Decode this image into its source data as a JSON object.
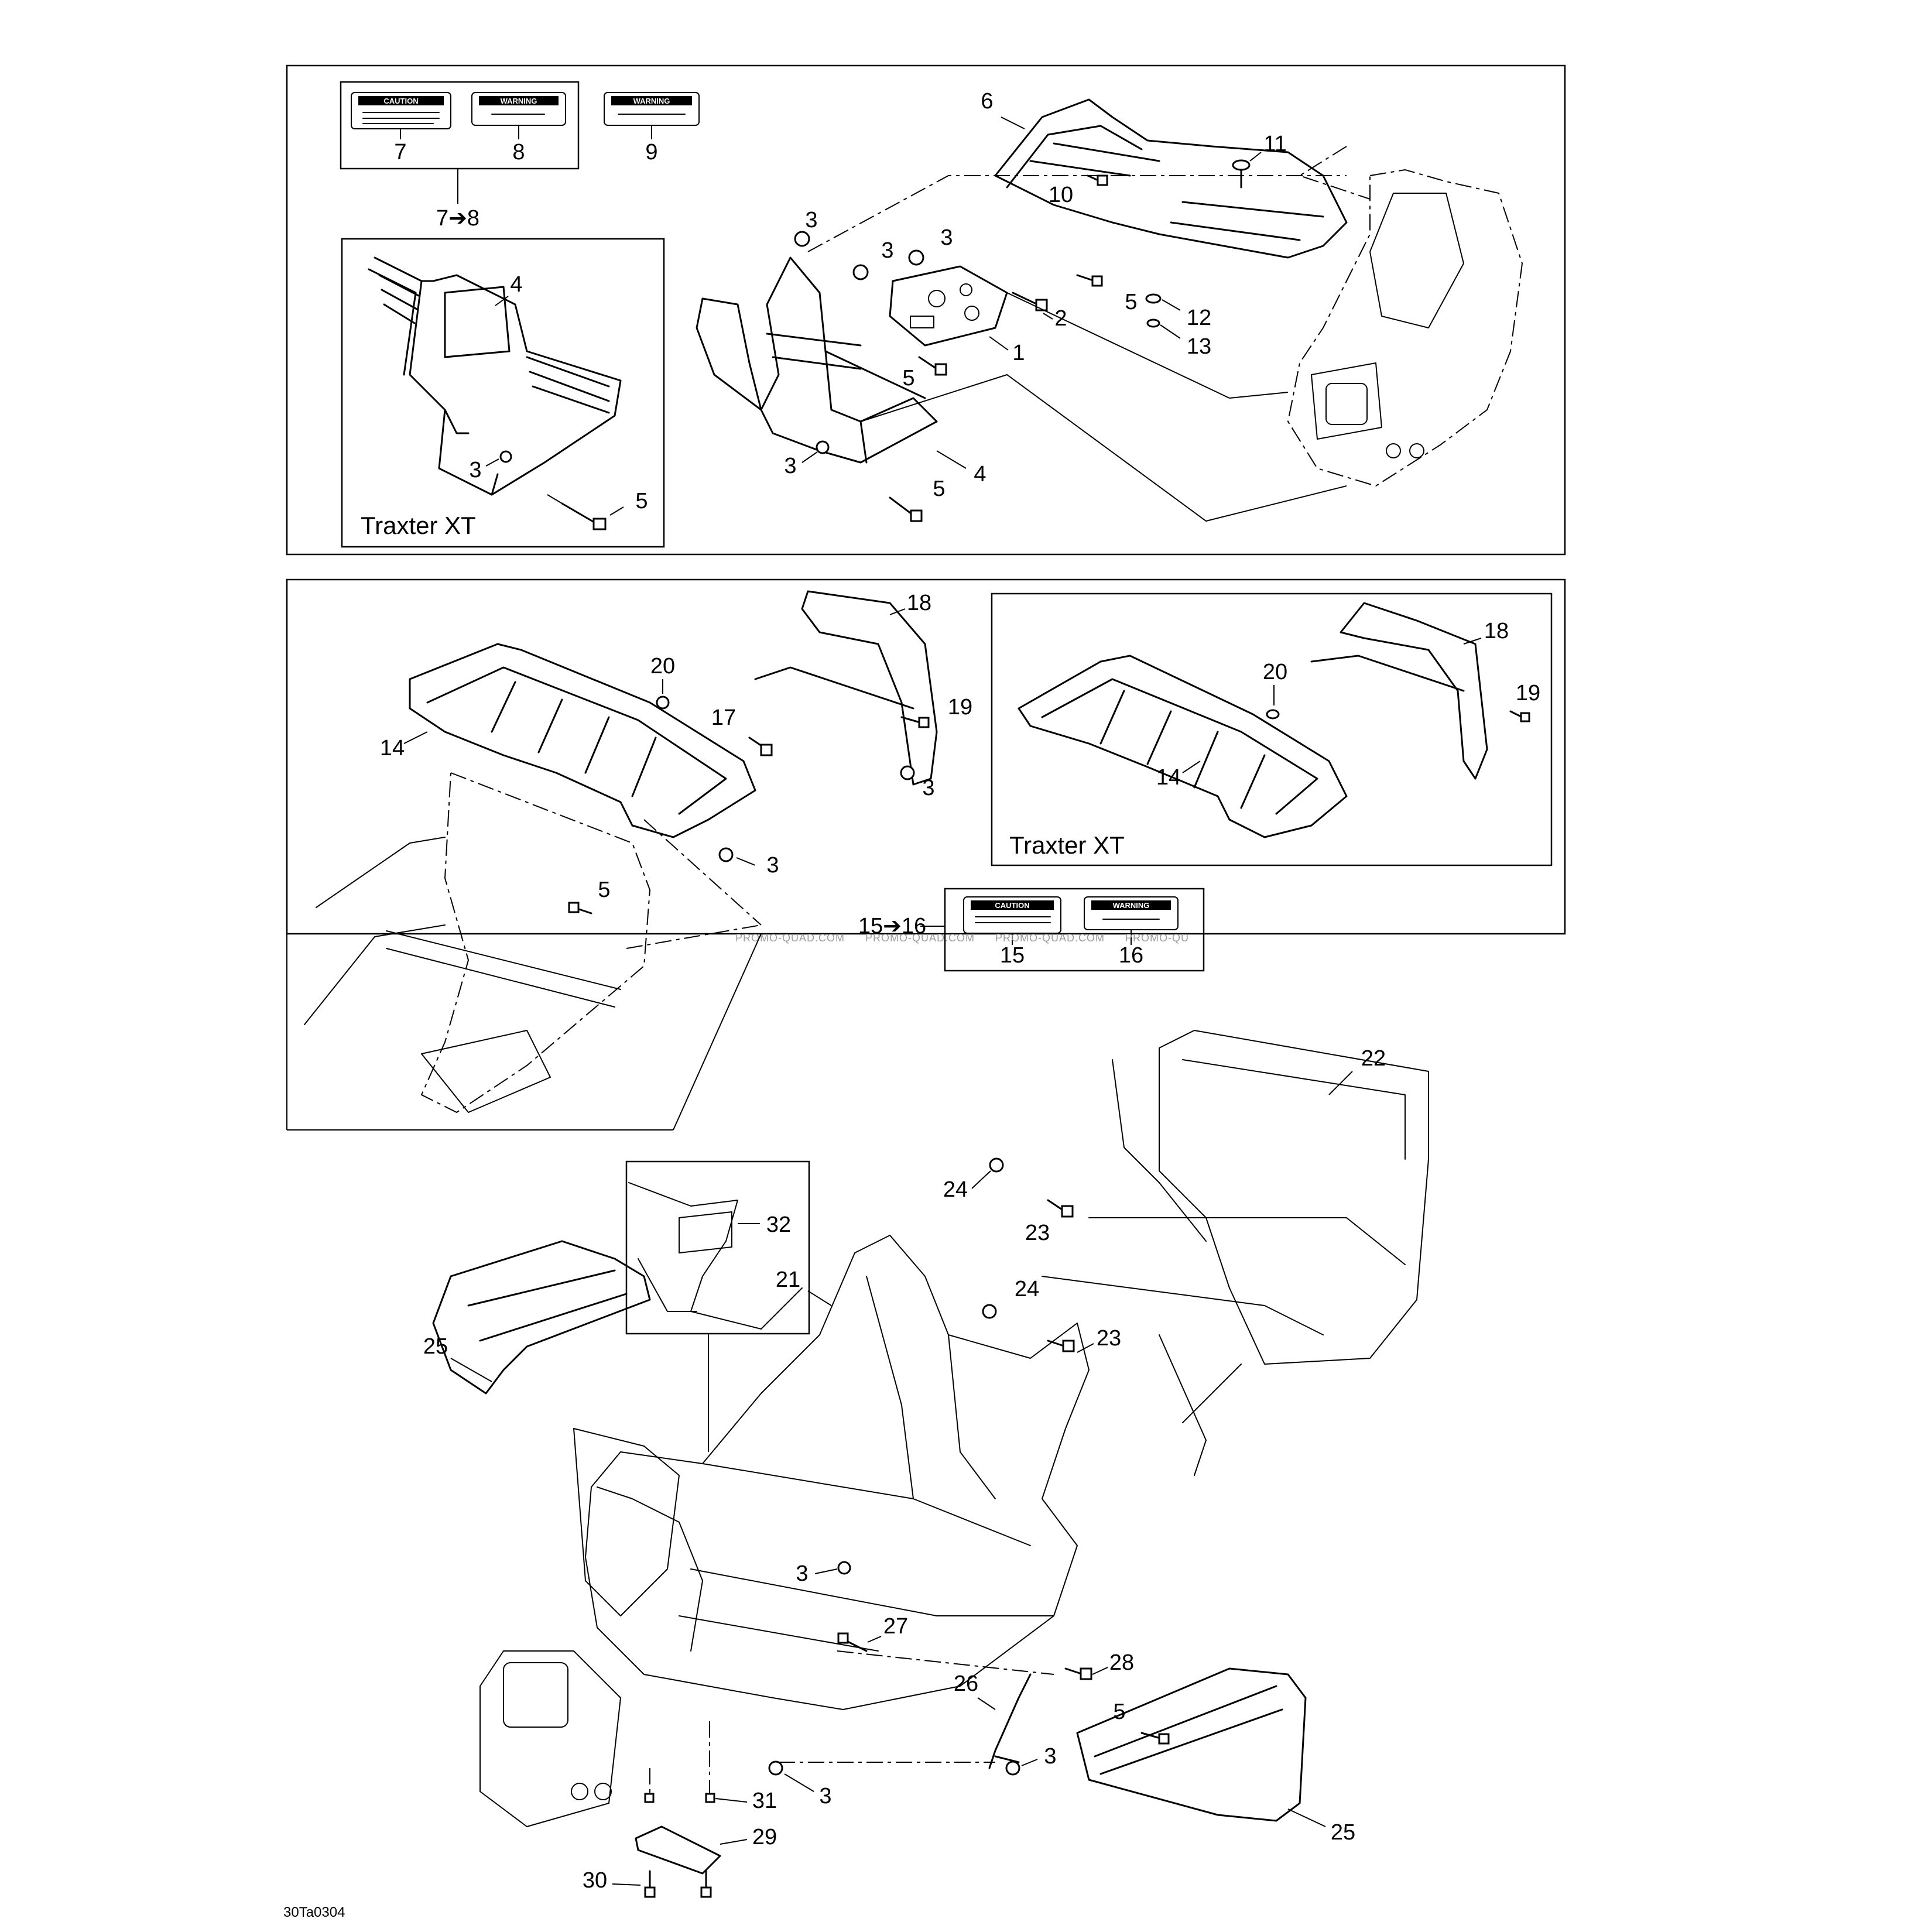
{
  "figure_code": "30Ta0304",
  "watermark": [
    "PROMO-QUAD.COM",
    "PROMO-QUAD.COM",
    "PROMO-QUAD.COM",
    "PROMO-QU"
  ],
  "panels": {
    "traxter_xt_front": "Traxter XT",
    "traxter_xt_rear": "Traxter XT"
  },
  "decal_sets": {
    "front": "7➔8",
    "rear": "15➔16"
  },
  "decals": {
    "d7": {
      "header": "CAUTION",
      "num": "7"
    },
    "d8": {
      "header": "WARNING",
      "num": "8"
    },
    "d9": {
      "header": "WARNING",
      "num": "9"
    },
    "d15": {
      "header": "CAUTION",
      "num": "15"
    },
    "d16": {
      "header": "WARNING",
      "num": "16"
    }
  },
  "callouts": {
    "c1": "1",
    "c2": "2",
    "c3a": "3",
    "c3b": "3",
    "c3c": "3",
    "c3d": "3",
    "c3e": "3",
    "c3f": "3",
    "c3g": "3",
    "c3h": "3",
    "c3i": "3",
    "c3j": "3",
    "c4a": "4",
    "c4b": "4",
    "c5a": "5",
    "c5b": "5",
    "c5c": "5",
    "c5d": "5",
    "c5e": "5",
    "c5f": "5",
    "c6": "6",
    "c9": "9",
    "c10": "10",
    "c11": "11",
    "c12": "12",
    "c13": "13",
    "c14a": "14",
    "c14b": "14",
    "c17": "17",
    "c18a": "18",
    "c18b": "18",
    "c19a": "19",
    "c19b": "19",
    "c20a": "20",
    "c20b": "20",
    "c21": "21",
    "c22": "22",
    "c23a": "23",
    "c23b": "23",
    "c24a": "24",
    "c24b": "24",
    "c25a": "25",
    "c25b": "25",
    "c26": "26",
    "c27": "27",
    "c28": "28",
    "c29": "29",
    "c30": "30",
    "c31": "31",
    "c32": "32"
  }
}
